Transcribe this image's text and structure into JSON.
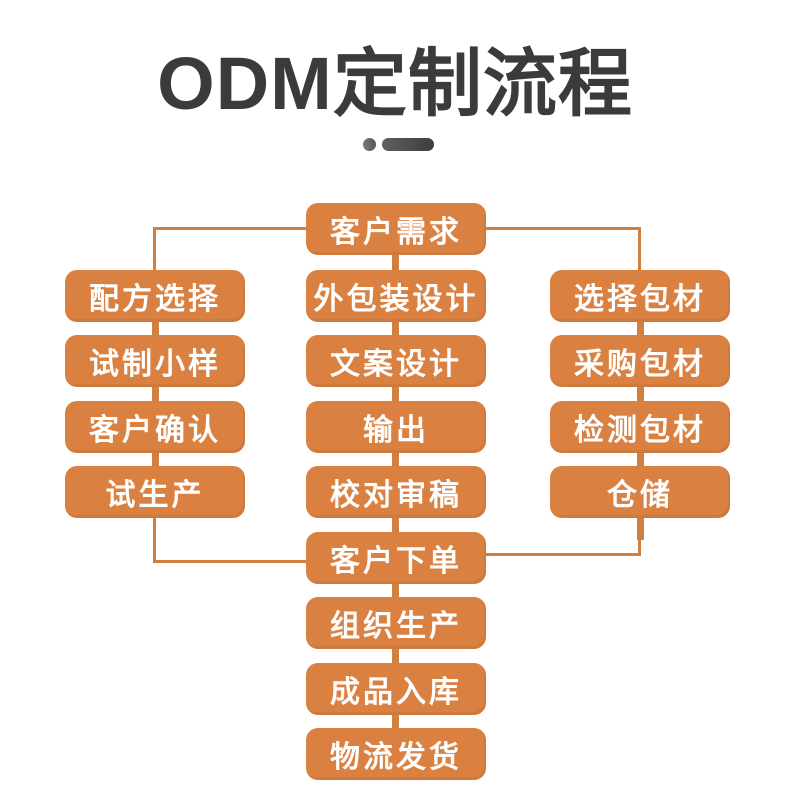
{
  "header": {
    "title": "ODM定制流程"
  },
  "colors": {
    "node_fill": "#da8142",
    "connector_line": "#d2803e",
    "node_text": "#ffffff",
    "title_text": "#3b3b3b",
    "background": "#ffffff"
  },
  "flow": {
    "top": "客户需求",
    "left": [
      "配方选择",
      "试制小样",
      "客户确认",
      "试生产"
    ],
    "middle": [
      "外包装设计",
      "文案设计",
      "输出",
      "校对审稿",
      "客户下单",
      "组织生产",
      "成品入库",
      "物流发货"
    ],
    "right": [
      "选择包材",
      "采购包材",
      "检测包材",
      "仓储"
    ]
  }
}
